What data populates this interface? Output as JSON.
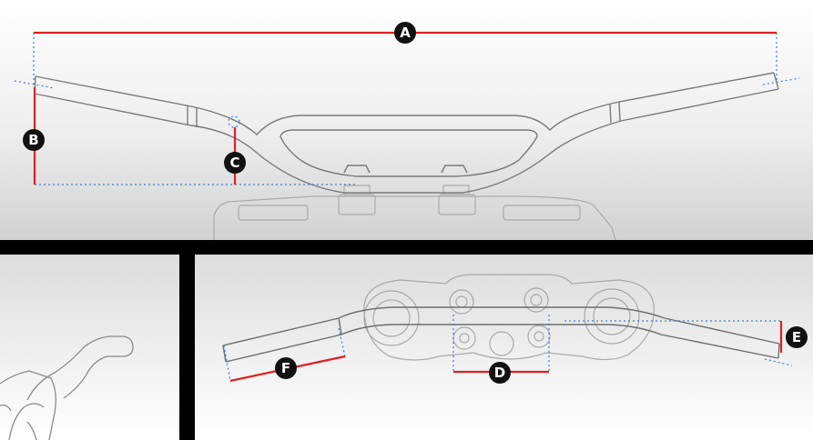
{
  "colors": {
    "dimension_line": "#e02020",
    "guide_line": "#3a7bd5",
    "bar_outline": "#8a8a8a",
    "label_bg": "#111111",
    "label_text": "#ffffff",
    "divider": "#000000"
  },
  "labels": {
    "a": "A",
    "b": "B",
    "c": "C",
    "d": "D",
    "e": "E",
    "f": "F"
  }
}
